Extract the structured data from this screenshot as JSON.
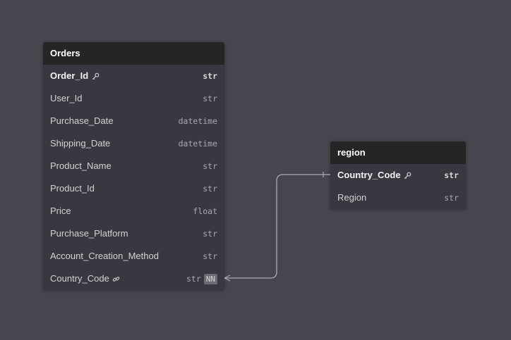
{
  "tables": {
    "orders": {
      "title": "Orders",
      "columns": [
        {
          "name": "Order_Id",
          "type": "str"
        },
        {
          "name": "User_Id",
          "type": "str"
        },
        {
          "name": "Purchase_Date",
          "type": "datetime"
        },
        {
          "name": "Shipping_Date",
          "type": "datetime"
        },
        {
          "name": "Product_Name",
          "type": "str"
        },
        {
          "name": "Product_Id",
          "type": "str"
        },
        {
          "name": "Price",
          "type": "float"
        },
        {
          "name": "Purchase_Platform",
          "type": "str"
        },
        {
          "name": "Account_Creation_Method",
          "type": "str"
        },
        {
          "name": "Country_Code",
          "type": "str",
          "badge": "NN"
        }
      ]
    },
    "region": {
      "title": "region",
      "columns": [
        {
          "name": "Country_Code",
          "type": "str"
        },
        {
          "name": "Region",
          "type": "str"
        }
      ]
    }
  },
  "relationship": {
    "from": "Orders.Country_Code",
    "to": "region.Country_Code",
    "from_end": "many",
    "to_end": "one"
  },
  "colors": {
    "canvas": "#46464f",
    "table_body": "#383840",
    "table_header": "#252525",
    "connector": "#a9a9ae"
  },
  "icons": {
    "primary_key": "key-icon",
    "foreign_key": "link-icon"
  }
}
